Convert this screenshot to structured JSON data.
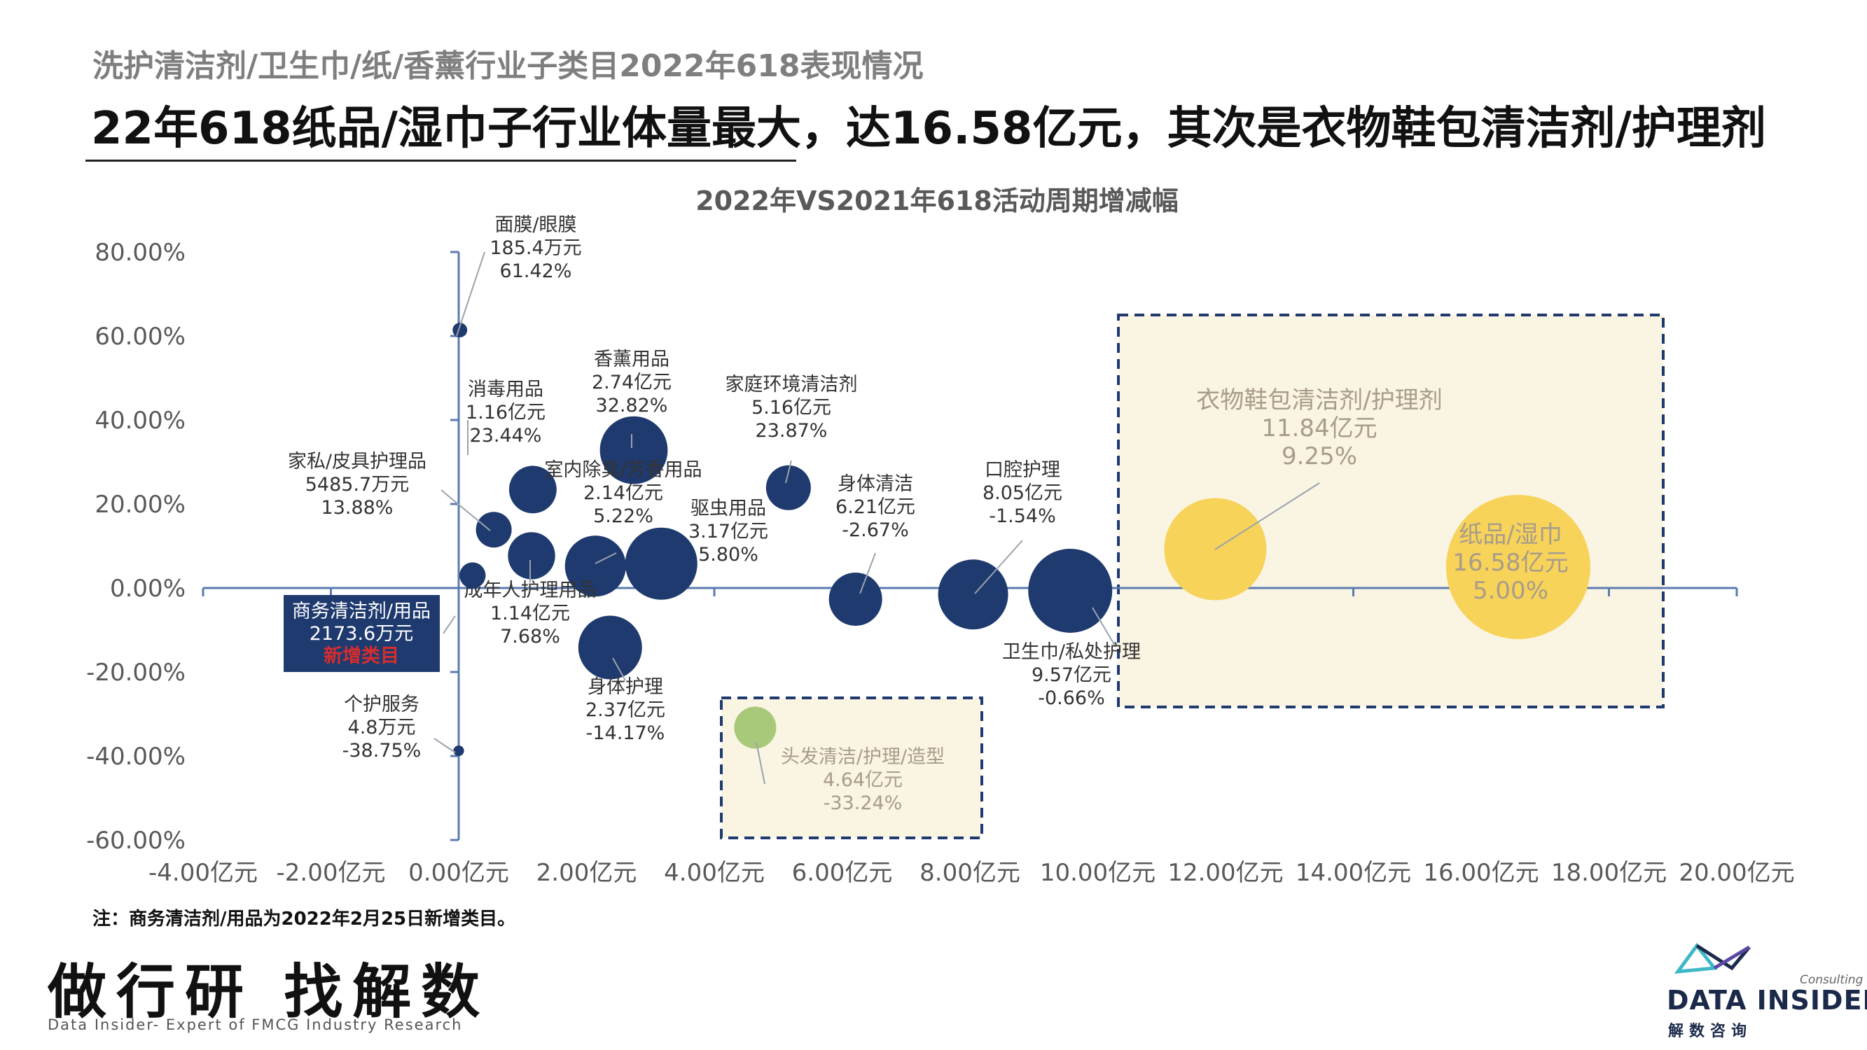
{
  "header": {
    "subtitle": "洗护清洁剂/卫生巾/纸/香薰行业子类目2022年618表现情况",
    "headline": "22年618纸品/湿巾子行业体量最大，达16.58亿元，其次是衣物鞋包清洁剂/护理剂"
  },
  "chart_data": {
    "type": "scatter",
    "title": "2022年VS2021年618活动周期增减幅",
    "x_ticks": [
      "-4.00亿元",
      "-2.00亿元",
      "0.00亿元",
      "2.00亿元",
      "4.00亿元",
      "6.00亿元",
      "8.00亿元",
      "10.00亿元",
      "12.00亿元",
      "14.00亿元",
      "16.00亿元",
      "18.00亿元",
      "20.00亿元"
    ],
    "y_ticks": [
      "80.00%",
      "60.00%",
      "40.00%",
      "20.00%",
      "0.00%",
      "-20.00%",
      "-40.00%",
      "-60.00%"
    ],
    "xlim": [
      -4,
      20
    ],
    "ylim": [
      -60,
      80
    ],
    "points": [
      {
        "name": "面膜/眼膜",
        "amount": "185.4万元",
        "growth": "61.42%",
        "x": 0.019,
        "y": 61.42,
        "color": "#1f3a6e"
      },
      {
        "name": "消毒用品",
        "amount": "1.16亿元",
        "growth": "23.44%",
        "x": 1.16,
        "y": 23.44,
        "color": "#1f3a6e"
      },
      {
        "name": "香薰用品",
        "amount": "2.74亿元",
        "growth": "32.82%",
        "x": 2.74,
        "y": 32.82,
        "color": "#1f3a6e"
      },
      {
        "name": "家庭环境清洁剂",
        "amount": "5.16亿元",
        "growth": "23.87%",
        "x": 5.16,
        "y": 23.87,
        "color": "#1f3a6e"
      },
      {
        "name": "家私/皮具护理品",
        "amount": "5485.7万元",
        "growth": "13.88%",
        "x": 0.549,
        "y": 13.88,
        "color": "#1f3a6e"
      },
      {
        "name": "室内除臭/芳香用品",
        "amount": "2.14亿元",
        "growth": "5.22%",
        "x": 2.14,
        "y": 5.22,
        "color": "#1f3a6e"
      },
      {
        "name": "驱虫用品",
        "amount": "3.17亿元",
        "growth": "5.80%",
        "x": 3.17,
        "y": 5.8,
        "color": "#1f3a6e"
      },
      {
        "name": "身体清洁",
        "amount": "6.21亿元",
        "growth": "-2.67%",
        "x": 6.21,
        "y": -2.67,
        "color": "#1f3a6e"
      },
      {
        "name": "口腔护理",
        "amount": "8.05亿元",
        "growth": "-1.54%",
        "x": 8.05,
        "y": -1.54,
        "color": "#1f3a6e"
      },
      {
        "name": "成年人护理用品",
        "amount": "1.14亿元",
        "growth": "7.68%",
        "x": 1.14,
        "y": 7.68,
        "color": "#1f3a6e"
      },
      {
        "name": "商务清洁剂/用品",
        "amount": "2173.6万元",
        "growth": "新增类目",
        "x": 0.217,
        "y": 3.0,
        "color": "#1f3a6e"
      },
      {
        "name": "身体护理",
        "amount": "2.37亿元",
        "growth": "-14.17%",
        "x": 2.37,
        "y": -14.17,
        "color": "#1f3a6e"
      },
      {
        "name": "卫生巾/私处护理",
        "amount": "9.57亿元",
        "growth": "-0.66%",
        "x": 9.57,
        "y": -0.66,
        "color": "#1f3a6e"
      },
      {
        "name": "个护服务",
        "amount": "4.8万元",
        "growth": "-38.75%",
        "x": 0.0005,
        "y": -38.75,
        "color": "#1f3a6e"
      },
      {
        "name": "头发清洁/护理/造型",
        "amount": "4.64亿元",
        "growth": "-33.24%",
        "x": 4.64,
        "y": -33.24,
        "color": "#a9c97a"
      },
      {
        "name": "衣物鞋包清洁剂/护理剂",
        "amount": "11.84亿元",
        "growth": "9.25%",
        "x": 11.84,
        "y": 9.25,
        "color": "#f7d35a"
      },
      {
        "name": "纸品/湿巾",
        "amount": "16.58亿元",
        "growth": "5.00%",
        "x": 16.58,
        "y": 5.0,
        "color": "#f7d35a"
      }
    ]
  },
  "note": "注：商务清洁剂/用品为2022年2月25日新增类目。",
  "footer": {
    "slogan": "做行研 找解数",
    "slogan_sub": "Data Insider- Expert of FMCG Industry Research",
    "logo_consult": "Consulting",
    "logo_name": "DATA INSIDER",
    "logo_cn": "解数咨询"
  }
}
